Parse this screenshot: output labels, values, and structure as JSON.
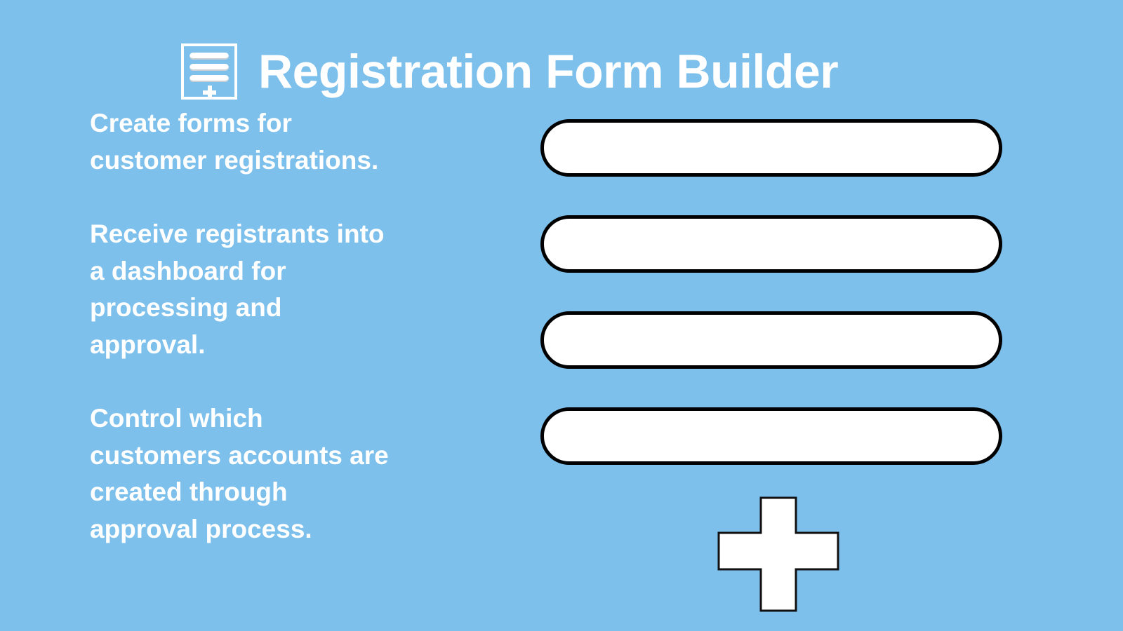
{
  "app": {
    "title": "Registration Form Builder",
    "background_color": "#7dc0ec",
    "text_color": "#ffffff",
    "outline_color": "#000000",
    "field_fill_color": "#ffffff"
  },
  "header": {
    "logo": {
      "icon_name": "form-builder-icon",
      "bars": 3,
      "plus_glyph": "+"
    },
    "title": "Registration Form Builder"
  },
  "descriptions": [
    {
      "id": "create-forms",
      "text": "Create forms for\ncustomer registrations."
    },
    {
      "id": "receive-registrants",
      "text": "Receive registrants into\na dashboard for\nprocessing and\napproval."
    },
    {
      "id": "control-accounts",
      "text": "Control which\ncustomers accounts are\ncreated through\napproval process."
    }
  ],
  "form_preview": {
    "fields": [
      {
        "id": "field-1",
        "value": "",
        "placeholder": ""
      },
      {
        "id": "field-2",
        "value": "",
        "placeholder": ""
      },
      {
        "id": "field-3",
        "value": "",
        "placeholder": ""
      },
      {
        "id": "field-4",
        "value": "",
        "placeholder": ""
      }
    ],
    "add_button": {
      "icon_name": "plus-icon",
      "label": "+"
    }
  }
}
